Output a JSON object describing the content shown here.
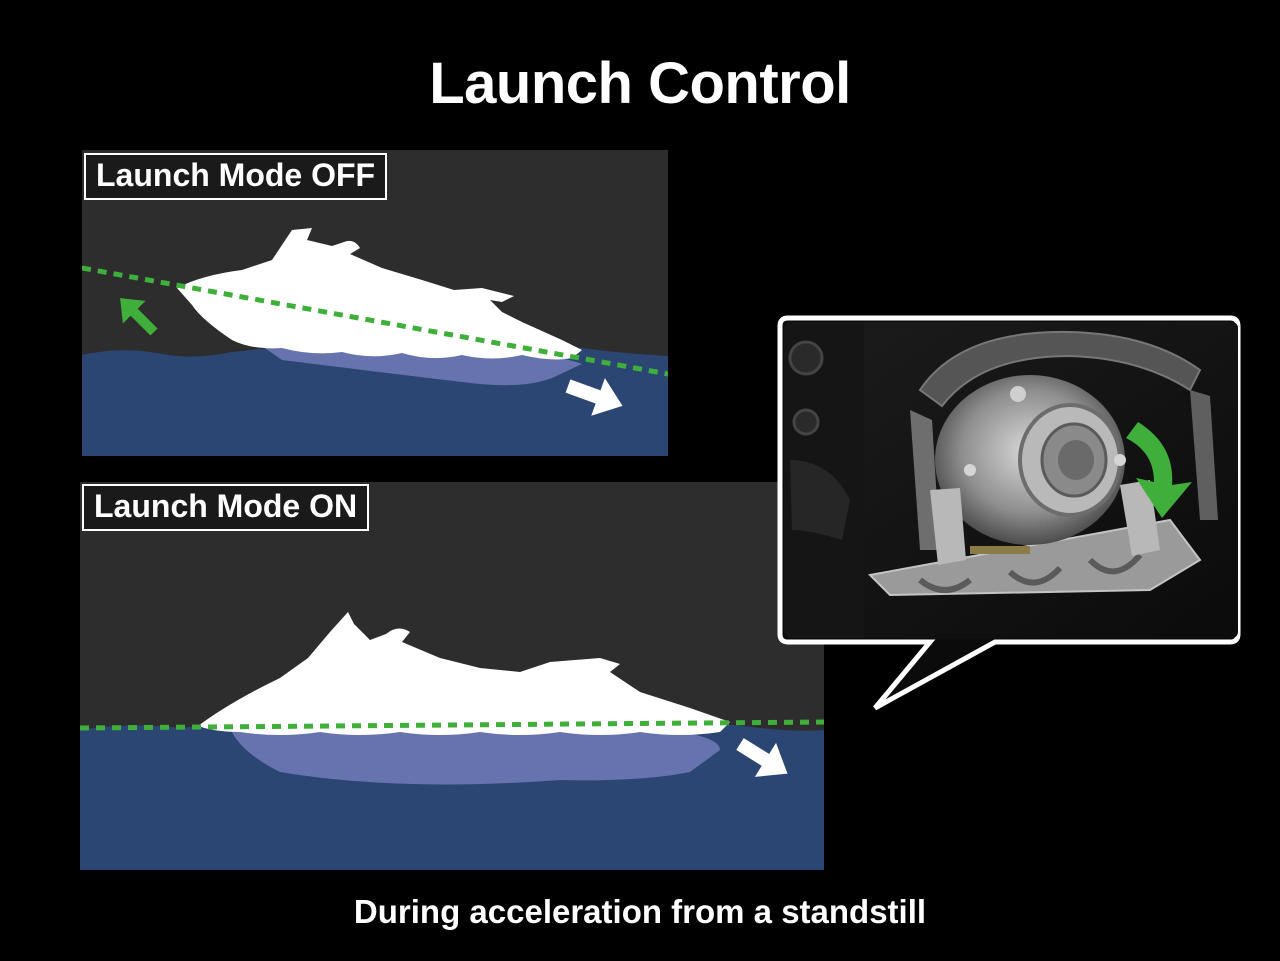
{
  "title": "Launch Control",
  "panels": [
    {
      "label": "Launch Mode OFF"
    },
    {
      "label": "Launch Mode ON"
    }
  ],
  "caption": "During acceleration from a standstill",
  "colors": {
    "background": "#000000",
    "panel_sky": "#2d2d2d",
    "water": "#2c4674",
    "hull_shadow": "#6673ae",
    "hull": "#ffffff",
    "trim_line": "#3fae3b",
    "arrow_white": "#ffffff",
    "arrow_green": "#3fae3b"
  },
  "icons": [
    "craft-silhouette",
    "trim-line",
    "thrust-arrow",
    "bow-lift-arrow",
    "rotation-arrow",
    "nozzle-photo"
  ]
}
